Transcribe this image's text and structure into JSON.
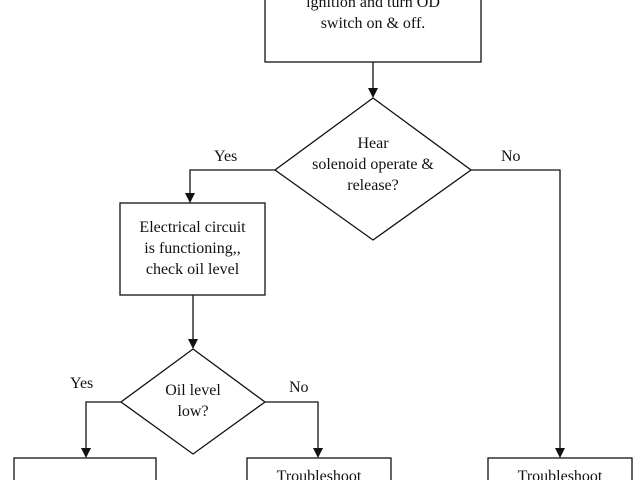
{
  "diagram": {
    "nodes": {
      "top_box": {
        "lines": [
          "",
          "ignition and turn OD",
          "switch on & off."
        ]
      },
      "hear_solenoid": {
        "lines": [
          "Hear",
          "solenoid operate &",
          "release?"
        ]
      },
      "electrical_ok": {
        "lines": [
          "Electrical circuit",
          "is functioning,,",
          "check oil level"
        ]
      },
      "oil_level_low": {
        "lines": [
          "Oil level",
          "low?"
        ]
      },
      "bottom_left_box": {
        "lines": [
          ""
        ]
      },
      "troubleshoot_mid": {
        "lines": [
          "Troubleshoot"
        ]
      },
      "troubleshoot_right": {
        "lines": [
          "Troubleshoot"
        ]
      }
    },
    "edge_labels": {
      "hear_yes": "Yes",
      "hear_no": "No",
      "oil_yes": "Yes",
      "oil_no": "No"
    }
  }
}
